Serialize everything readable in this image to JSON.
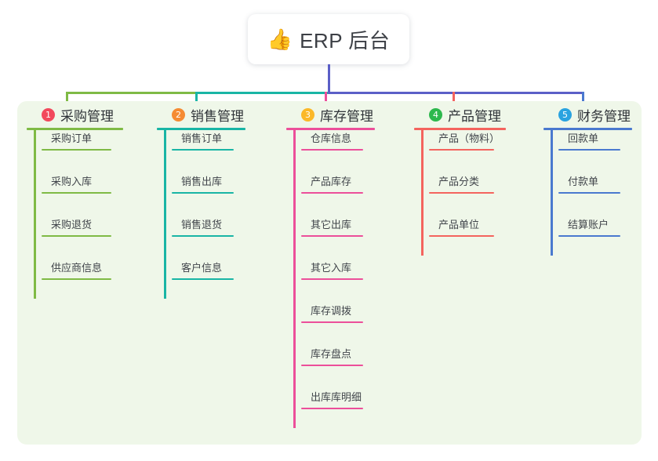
{
  "root": {
    "icon": "thumbs-up-icon",
    "icon_glyph": "👍",
    "title": "ERP 后台"
  },
  "palette": {
    "canvas_bg": "#ffffff",
    "panel_bg": "#eff7e9",
    "root_stem": "#5b5fc7",
    "text": "#2f3338",
    "leaf_text": "#41454b"
  },
  "connector": {
    "segments": [
      {
        "name": "segment-green",
        "color": "#7fba45"
      },
      {
        "name": "segment-teal",
        "color": "#19b5a5"
      },
      {
        "name": "segment-indigo",
        "color": "#5b5fc7"
      }
    ],
    "drops": [
      "#7fba45",
      "#19b5a5",
      "#ec4f9a",
      "#f4645e",
      "#4a79cf"
    ]
  },
  "columns": [
    {
      "index": "1",
      "badge_color": "#f2495c",
      "line_color": "#7fba45",
      "title": "采购管理",
      "items": [
        "采购订单",
        "采购入库",
        "采购退货",
        "供应商信息"
      ]
    },
    {
      "index": "2",
      "badge_color": "#f58b33",
      "line_color": "#19b5a5",
      "title": "销售管理",
      "items": [
        "销售订单",
        "销售出库",
        "销售退货",
        "客户信息"
      ]
    },
    {
      "index": "3",
      "badge_color": "#fbb828",
      "line_color": "#ec4f9a",
      "title": "库存管理",
      "items": [
        "仓库信息",
        "产品库存",
        "其它出库",
        "其它入库",
        "库存调拨",
        "库存盘点",
        "出库库明细"
      ]
    },
    {
      "index": "4",
      "badge_color": "#2db84d",
      "line_color": "#f4645e",
      "title": "产品管理",
      "items": [
        "产品（物料）",
        "产品分类",
        "产品单位"
      ]
    },
    {
      "index": "5",
      "badge_color": "#2aa3e0",
      "line_color": "#4a79cf",
      "title": "财务管理",
      "items": [
        "回款单",
        "付款单",
        "结算账户"
      ]
    }
  ]
}
